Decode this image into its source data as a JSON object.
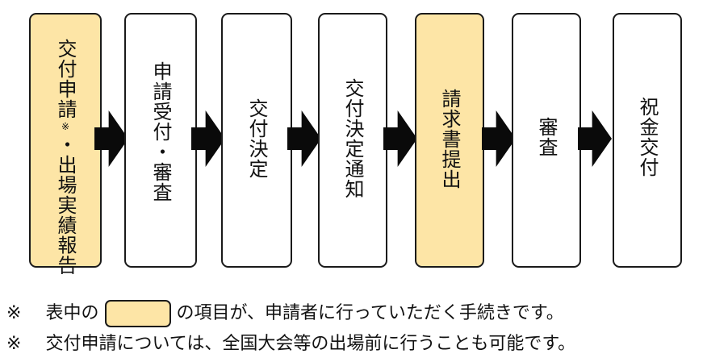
{
  "steps": [
    {
      "label_a": "交付申請",
      "sup": "※",
      "label_b": "・出場実績報告"
    },
    {
      "label": "申請受付・審査"
    },
    {
      "label": "交付決定"
    },
    {
      "label": "交付決定通知"
    },
    {
      "label": "請求書提出"
    },
    {
      "label": "審査"
    },
    {
      "label": "祝金交付"
    }
  ],
  "notes": {
    "note1": {
      "mark": "※",
      "before": "表中の",
      "after": "の項目が、申請者に行っていただく手続きです。"
    },
    "note2": {
      "mark": "※",
      "text": "交付申請については、全国大会等の出場前に行うことも可能です。"
    }
  },
  "colors": {
    "user_step_fill": "#fde5a6",
    "arrow": "#0a0a0a",
    "border": "#1a1a1a"
  }
}
